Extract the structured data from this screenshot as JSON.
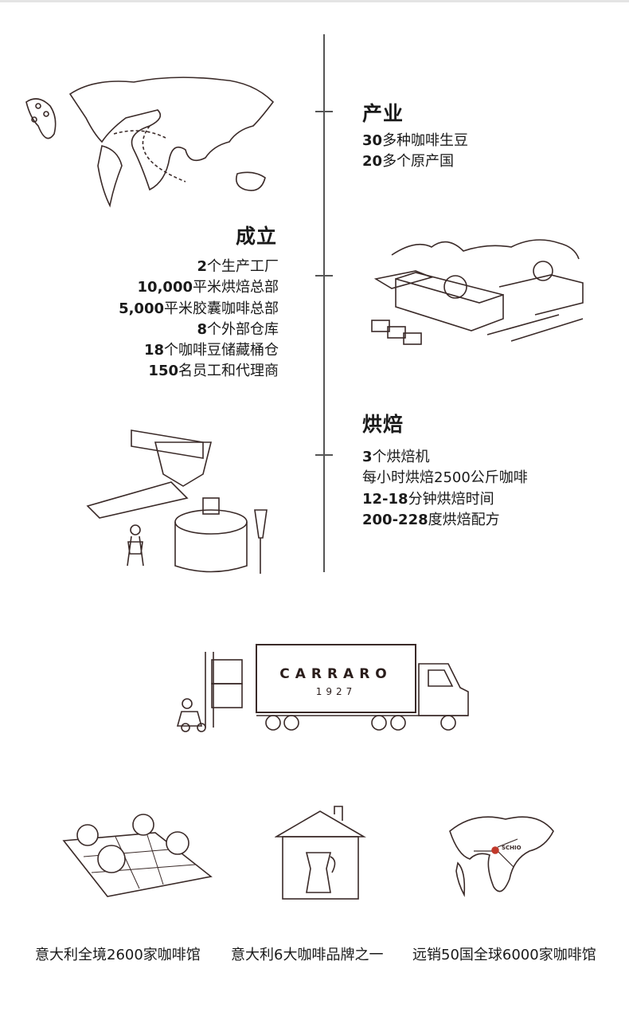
{
  "industry": {
    "title": "产业",
    "items": [
      {
        "num": "30",
        "text": "多种咖啡生豆"
      },
      {
        "num": "20",
        "text": "多个原产国"
      }
    ]
  },
  "founded": {
    "title": "成立",
    "items": [
      {
        "num": "2",
        "text": "个生产工厂"
      },
      {
        "num": "10,000",
        "text": "平米烘焙总部"
      },
      {
        "num": "5,000",
        "text": "平米胶囊咖啡总部"
      },
      {
        "num": "8",
        "text": "个外部仓库"
      },
      {
        "num": "18",
        "text": "个咖啡豆储藏桶仓"
      },
      {
        "num": "150",
        "text": "名员工和代理商"
      }
    ]
  },
  "roasting": {
    "title": "烘焙",
    "items": [
      {
        "num": "3",
        "text": "个烘焙机"
      },
      {
        "num": "",
        "text": "每小时烘焙2500公斤咖啡"
      },
      {
        "num": "12-18",
        "text": "分钟烘焙时间"
      },
      {
        "num": "200-228",
        "text": "度烘焙配方"
      }
    ]
  },
  "truck": {
    "brand": "CARRARO",
    "year": "1927"
  },
  "map_label": "SCHIO",
  "captions": [
    "意大利全境2600家咖啡馆",
    "意大利6大咖啡品牌之一",
    "远销50国全球6000家咖啡馆"
  ],
  "colors": {
    "line": "#3a2a28",
    "accent": "#c0392b"
  }
}
